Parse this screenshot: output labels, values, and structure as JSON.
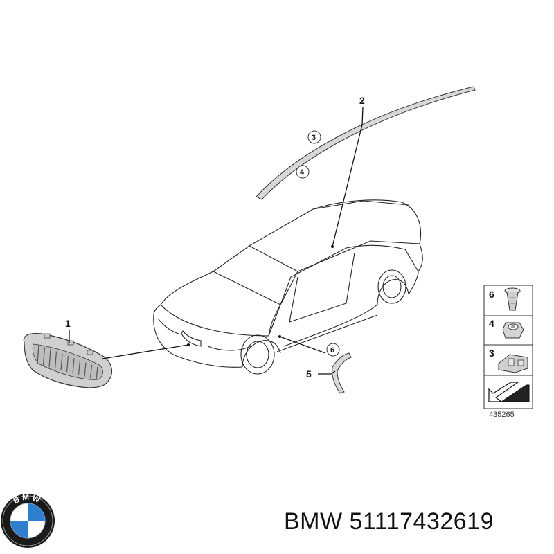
{
  "callouts": {
    "grille": "1",
    "roof_trim": "2",
    "circle_3": "3",
    "circle_4": "4",
    "circle_6": "6",
    "side_trim": "5"
  },
  "legend": {
    "rows": [
      {
        "number": "6",
        "icon": "push-clip-icon"
      },
      {
        "number": "4",
        "icon": "clip-nut-icon"
      },
      {
        "number": "3",
        "icon": "trim-clip-icon"
      }
    ],
    "footer_icon": "arrow-cut-icon"
  },
  "reference_code": "435265",
  "brand": {
    "logo_letters": "BMW",
    "name": "BMW",
    "part_number": "51117432619"
  },
  "colors": {
    "line": "#222222",
    "part_fill": "#d8d8d8",
    "logo_blue": "#2f7fd0"
  }
}
